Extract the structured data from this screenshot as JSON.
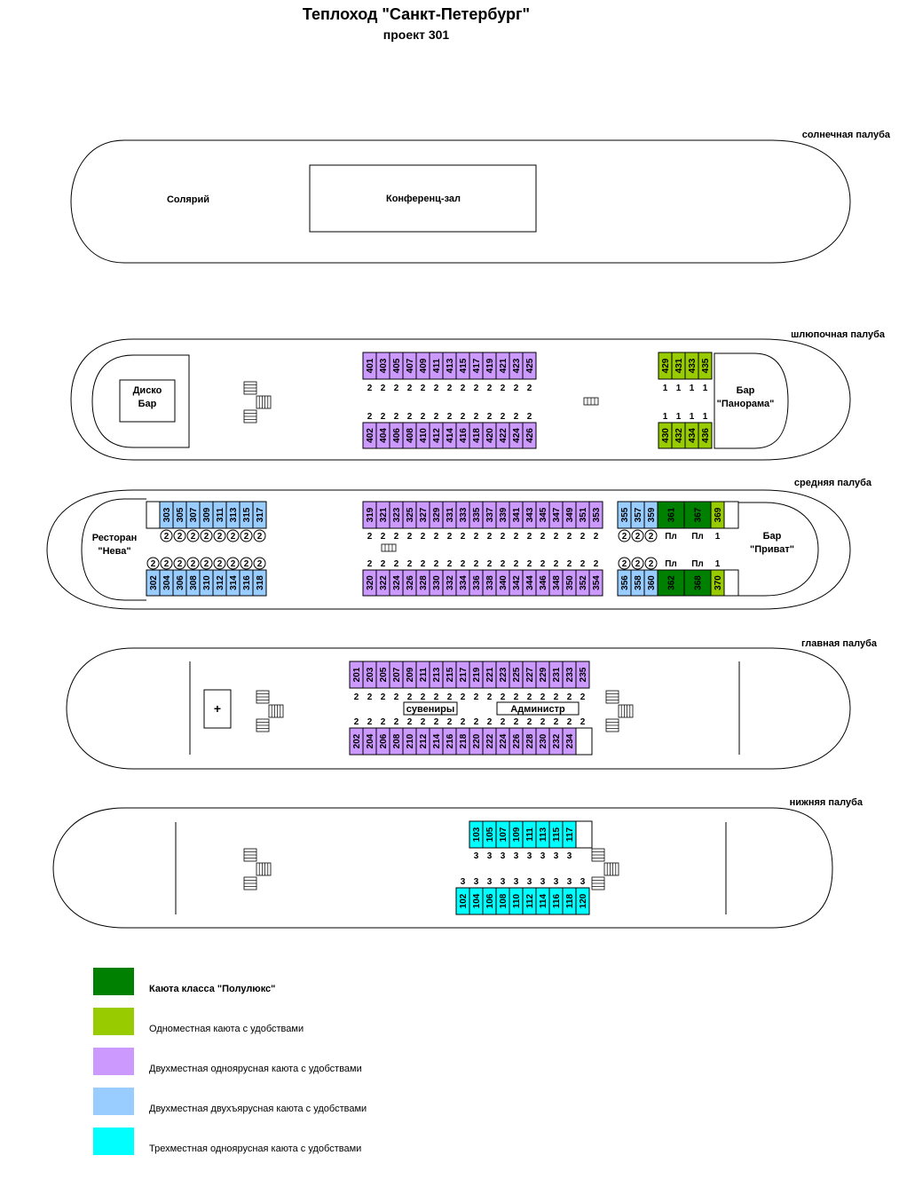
{
  "title": "Теплоход \"Санкт-Петербург\"",
  "subtitle": "проект 301",
  "colors": {
    "semi_lux": "#008000",
    "single": "#99CC00",
    "double_single_tier": "#CC99FF",
    "double_two_tier": "#99CCFF",
    "triple": "#00FFFF"
  },
  "decks": {
    "sun": {
      "name": "солнечная палуба",
      "solarium": "Солярий",
      "conference": "Конференц-зал"
    },
    "boat": {
      "name": "шлюпочная палуба",
      "disco": [
        "Диско",
        "Бар"
      ],
      "bar": [
        "Бар",
        "\"Панорама\""
      ],
      "top_cabins": [
        "401",
        "403",
        "405",
        "407",
        "409",
        "411",
        "413",
        "415",
        "417",
        "419",
        "421",
        "423",
        "425"
      ],
      "top_counts": [
        "2",
        "2",
        "2",
        "2",
        "2",
        "2",
        "2",
        "2",
        "2",
        "2",
        "2",
        "2",
        "2"
      ],
      "bottom_cabins": [
        "402",
        "404",
        "406",
        "408",
        "410",
        "412",
        "414",
        "416",
        "418",
        "420",
        "422",
        "424",
        "426"
      ],
      "bottom_counts": [
        "2",
        "2",
        "2",
        "2",
        "2",
        "2",
        "2",
        "2",
        "2",
        "2",
        "2",
        "2",
        "2"
      ],
      "right_top_cabins": [
        "429",
        "431",
        "433",
        "435"
      ],
      "right_top_counts": [
        "1",
        "1",
        "1",
        "1"
      ],
      "right_bottom_cabins": [
        "430",
        "432",
        "434",
        "436"
      ],
      "right_bottom_counts": [
        "1",
        "1",
        "1",
        "1"
      ]
    },
    "middle": {
      "name": "средняя палуба",
      "restaurant": [
        "Ресторан",
        "\"Нева\""
      ],
      "bar": [
        "Бар",
        "\"Приват\""
      ],
      "aft_top_cabins": [
        "303",
        "305",
        "307",
        "309",
        "311",
        "313",
        "315",
        "317"
      ],
      "aft_top_counts": [
        "2",
        "2",
        "2",
        "2",
        "2",
        "2",
        "2",
        "2"
      ],
      "aft_bottom_cabins": [
        "302",
        "304",
        "306",
        "308",
        "310",
        "312",
        "314",
        "316",
        "318"
      ],
      "aft_bottom_counts": [
        "2",
        "2",
        "2",
        "2",
        "2",
        "2",
        "2",
        "2",
        "2"
      ],
      "mid_top_cabins": [
        "319",
        "321",
        "323",
        "325",
        "327",
        "329",
        "331",
        "333",
        "335",
        "337",
        "339",
        "341",
        "343",
        "345",
        "347",
        "349",
        "351",
        "353"
      ],
      "mid_top_counts": [
        "2",
        "2",
        "2",
        "2",
        "2",
        "2",
        "2",
        "2",
        "2",
        "2",
        "2",
        "2",
        "2",
        "2",
        "2",
        "2",
        "2",
        "2"
      ],
      "mid_bottom_cabins": [
        "320",
        "322",
        "324",
        "326",
        "328",
        "330",
        "332",
        "334",
        "336",
        "338",
        "340",
        "342",
        "344",
        "346",
        "348",
        "350",
        "352",
        "354"
      ],
      "mid_bottom_counts": [
        "2",
        "2",
        "2",
        "2",
        "2",
        "2",
        "2",
        "2",
        "2",
        "2",
        "2",
        "2",
        "2",
        "2",
        "2",
        "2",
        "2",
        "2"
      ],
      "fwd_top_cabins": [
        "355",
        "357",
        "359",
        "361",
        "367",
        "369"
      ],
      "fwd_top_counts": [
        "2",
        "2",
        "2",
        "Пл",
        "Пл",
        "1"
      ],
      "fwd_bottom_cabins": [
        "356",
        "358",
        "360",
        "362",
        "368",
        "370"
      ],
      "fwd_bottom_counts": [
        "2",
        "2",
        "2",
        "Пл",
        "Пл",
        "1"
      ]
    },
    "main": {
      "name": "главная палуба",
      "medical": "+",
      "souvenirs": "сувениры",
      "admin": "Администр",
      "top_cabins": [
        "201",
        "203",
        "205",
        "207",
        "209",
        "211",
        "213",
        "215",
        "217",
        "219",
        "221",
        "223",
        "225",
        "227",
        "229",
        "231",
        "233",
        "235"
      ],
      "top_counts": [
        "2",
        "2",
        "2",
        "2",
        "2",
        "2",
        "2",
        "2",
        "2",
        "2",
        "2",
        "2",
        "2",
        "2",
        "2",
        "2",
        "2",
        "2"
      ],
      "bottom_cabins": [
        "202",
        "204",
        "206",
        "208",
        "210",
        "212",
        "214",
        "216",
        "218",
        "220",
        "222",
        "224",
        "226",
        "228",
        "230",
        "232",
        "234"
      ],
      "bottom_counts": [
        "2",
        "2",
        "2",
        "2",
        "2",
        "2",
        "2",
        "2",
        "2",
        "2",
        "2",
        "2",
        "2",
        "2",
        "2",
        "2",
        "2",
        "2"
      ]
    },
    "lower": {
      "name": "нижняя палуба",
      "top_cabins": [
        "103",
        "105",
        "107",
        "109",
        "111",
        "113",
        "115",
        "117"
      ],
      "top_counts": [
        "3",
        "3",
        "3",
        "3",
        "3",
        "3",
        "3",
        "3"
      ],
      "bottom_cabins": [
        "102",
        "104",
        "106",
        "108",
        "110",
        "112",
        "114",
        "116",
        "118",
        "120"
      ],
      "bottom_counts": [
        "3",
        "3",
        "3",
        "3",
        "3",
        "3",
        "3",
        "3",
        "3",
        "3"
      ]
    }
  },
  "legend": [
    {
      "label": "Каюта класса \"Полулюкс\"",
      "color": "#008000",
      "bold": true
    },
    {
      "label": "Одноместная каюта с удобствами",
      "color": "#99CC00",
      "bold": false
    },
    {
      "label": "Двухместная одноярусная каюта с удобствами",
      "color": "#CC99FF",
      "bold": false
    },
    {
      "label": "Двухместная двухъярусная каюта с удобствами",
      "color": "#99CCFF",
      "bold": false
    },
    {
      "label": "Трехместная одноярусная каюта с удобствами",
      "color": "#00FFFF",
      "bold": false
    }
  ]
}
